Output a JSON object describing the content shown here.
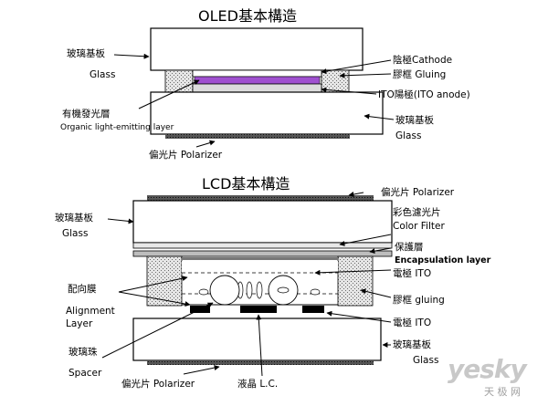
{
  "oled": {
    "title": "OLED基本構造",
    "glass_top": "玻璃基板",
    "glass_top_en": "Glass",
    "cathode": "陰極Cathode",
    "gluing": "膠框  Gluing",
    "ito_anode": "ITO陽極(ITO anode)",
    "organic": "有機發光層",
    "organic_en": "Organic light-emitting layer",
    "glass_bottom": "玻璃基板",
    "glass_bottom_en": "Glass",
    "polarizer": "偏光片 Polarizer"
  },
  "lcd": {
    "title": "LCD基本構造",
    "polarizer_top": "偏光片  Polarizer",
    "glass_top": "玻璃基板",
    "glass_top_en": "Glass",
    "color_filter": "彩色濾光片",
    "color_filter_en": "Color Filter",
    "encap": "保護層",
    "encap_en": "Encapsulation layer",
    "ito_top": "電極  ITO",
    "gluing": "膠框  gluing",
    "ito_bottom": "電極  ITO",
    "alignment": "配向膜",
    "alignment_en1": "Alignment",
    "alignment_en2": "Layer",
    "glass_bottom": "玻璃基板",
    "glass_bottom_en": "Glass",
    "spacer": "玻璃珠",
    "spacer_en": "Spacer",
    "polarizer_bottom": "偏光片 Polarizer",
    "lc": "液晶  L.C."
  },
  "watermark": {
    "brand": "yesky",
    "brand_cn": "天 极 网"
  }
}
